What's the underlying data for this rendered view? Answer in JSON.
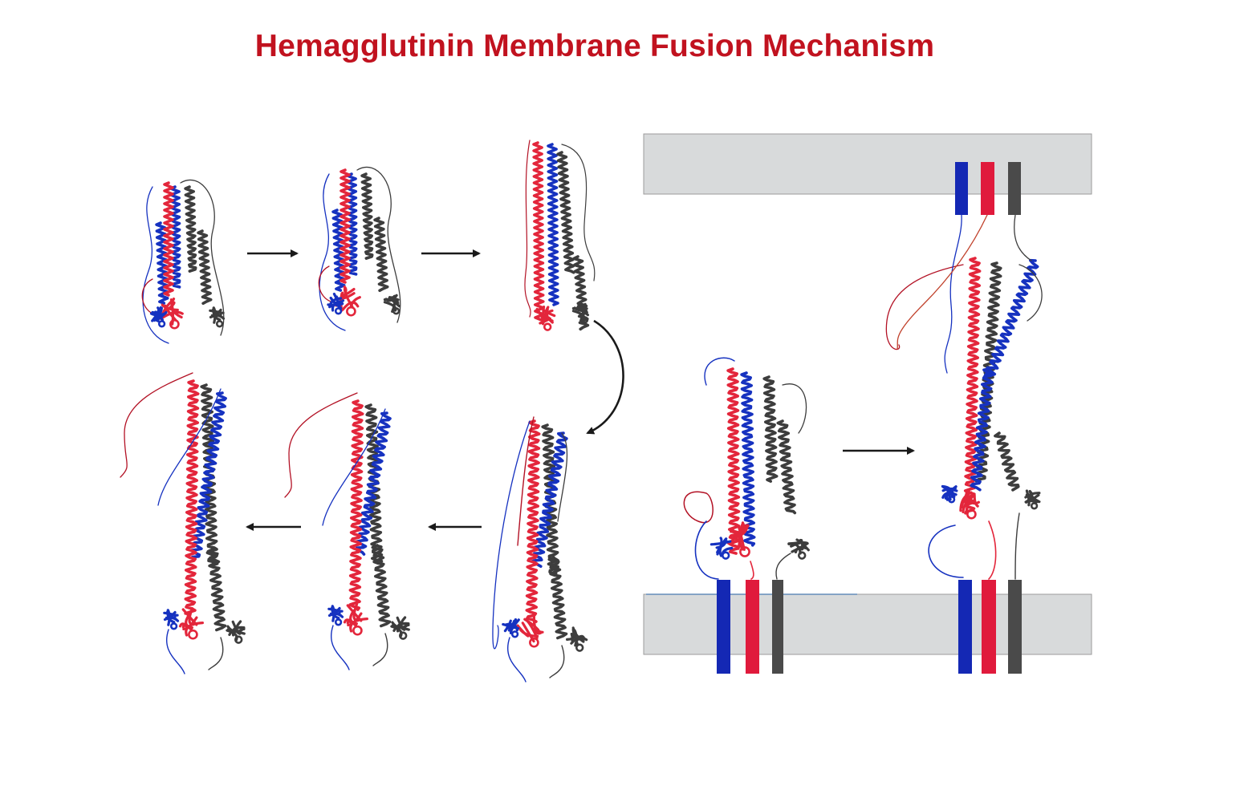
{
  "title": "Hemagglutinin Membrane Fusion Mechanism",
  "colors": {
    "title": "#c1121f",
    "chain_red": "#e3263b",
    "chain_red_dark": "#b31225",
    "chain_blue": "#1632c0",
    "chain_gray": "#3d3d3d",
    "tm_blue": "#1428b4",
    "tm_red": "#e01a3c",
    "tm_gray": "#4a4a4a",
    "membrane_fill": "#d8dadb",
    "membrane_stroke": "#9b9b9b",
    "arrow": "#1a1a1a"
  },
  "icons": {
    "structures": "protein-ribbon-structure-icon",
    "membranes": "lipid-membrane-bar-icon",
    "transmembrane_anchors": "transmembrane-domain-bar-icon",
    "arrows": "step-arrow-icon"
  },
  "diagram": {
    "sequence_panel": {
      "stages": [
        "prefusion",
        "intermediate-1",
        "intermediate-2",
        "intermediate-3",
        "intermediate-4",
        "postfusion"
      ],
      "arrow_count": 5
    },
    "membrane_panel": {
      "membranes": [
        "target-membrane",
        "viral-membrane"
      ],
      "states": [
        "anchored-prefusion",
        "membrane-bridging-intermediate"
      ],
      "anchor_chains": [
        "blue",
        "red",
        "gray"
      ]
    }
  }
}
